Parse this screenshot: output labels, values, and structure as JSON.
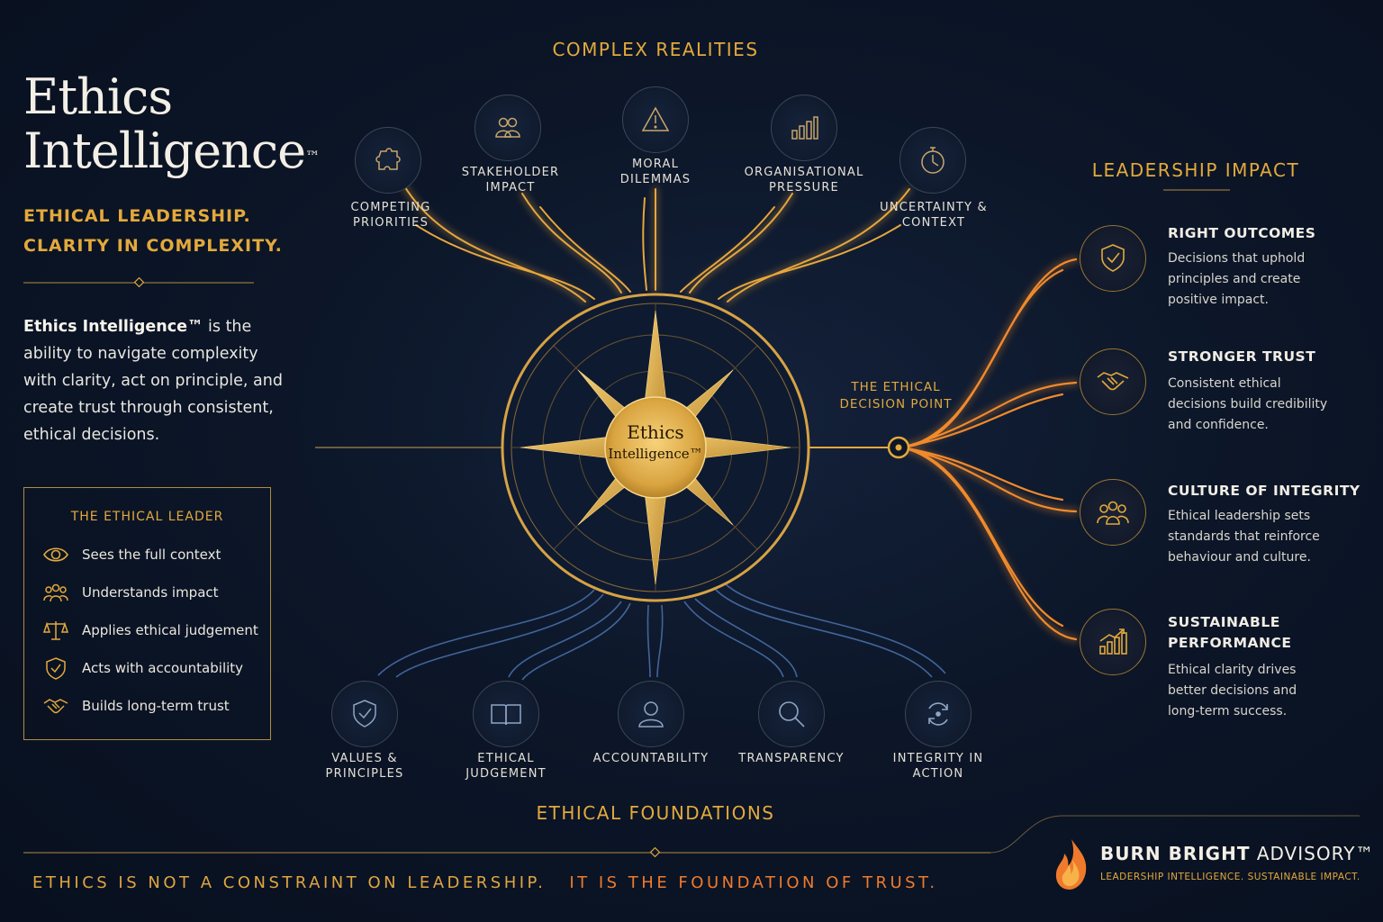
{
  "title": {
    "line1": "Ethics",
    "line2": "Intelligence",
    "mark": "™"
  },
  "tagline": {
    "line1": "ETHICAL LEADERSHIP.",
    "line2": "CLARITY IN COMPLEXITY."
  },
  "intro": {
    "bold": "Ethics Intelligence™",
    "text": " is the ability to navigate complexity with clarity, act on principle, and create trust through consistent, ethical decisions."
  },
  "ethical_leader": {
    "title": "THE ETHICAL LEADER",
    "items": [
      {
        "label": "Sees the full context",
        "icon": "eye-icon"
      },
      {
        "label": "Understands impact",
        "icon": "people-icon"
      },
      {
        "label": "Applies ethical judgement",
        "icon": "scales-icon"
      },
      {
        "label": "Acts with accountability",
        "icon": "shield-check-icon"
      },
      {
        "label": "Builds long-term trust",
        "icon": "handshake-icon"
      }
    ]
  },
  "complex_realities": {
    "title": "COMPLEX REALITIES",
    "nodes": [
      {
        "line1": "COMPETING",
        "line2": "PRIORITIES",
        "icon": "puzzle-icon"
      },
      {
        "line1": "STAKEHOLDER",
        "line2": "IMPACT",
        "icon": "people-icon"
      },
      {
        "line1": "MORAL",
        "line2": "DILEMMAS",
        "icon": "warning-icon"
      },
      {
        "line1": "ORGANISATIONAL",
        "line2": "PRESSURE",
        "icon": "bar-chart-icon"
      },
      {
        "line1": "UNCERTAINTY &",
        "line2": "CONTEXT",
        "icon": "stopwatch-icon"
      }
    ]
  },
  "center": {
    "line1": "Ethics",
    "line2": "Intelligence™"
  },
  "decision_point": {
    "line1": "THE ETHICAL",
    "line2": "DECISION POINT"
  },
  "ethical_foundations": {
    "title": "ETHICAL FOUNDATIONS",
    "nodes": [
      {
        "line1": "VALUES &",
        "line2": "PRINCIPLES",
        "icon": "shield-check-icon"
      },
      {
        "line1": "ETHICAL",
        "line2": "JUDGEMENT",
        "icon": "book-icon"
      },
      {
        "line1": "ACCOUNTABILITY",
        "line2": "",
        "icon": "person-icon"
      },
      {
        "line1": "TRANSPARENCY",
        "line2": "",
        "icon": "magnifier-icon"
      },
      {
        "line1": "INTEGRITY IN",
        "line2": "ACTION",
        "icon": "cycle-icon"
      }
    ]
  },
  "leadership_impact": {
    "title": "LEADERSHIP IMPACT",
    "items": [
      {
        "title": "RIGHT OUTCOMES",
        "title2": "",
        "desc1": "Decisions that uphold",
        "desc2": "principles and create",
        "desc3": "positive impact.",
        "icon": "shield-check-icon"
      },
      {
        "title": "STRONGER TRUST",
        "title2": "",
        "desc1": "Consistent ethical",
        "desc2": "decisions build credibility",
        "desc3": "and confidence.",
        "icon": "handshake-icon"
      },
      {
        "title": "CULTURE OF INTEGRITY",
        "title2": "",
        "desc1": "Ethical leadership sets",
        "desc2": "standards that reinforce",
        "desc3": "behaviour and culture.",
        "icon": "people-icon"
      },
      {
        "title": "SUSTAINABLE",
        "title2": "PERFORMANCE",
        "desc1": "Ethical clarity drives",
        "desc2": "better decisions and",
        "desc3": "long-term success.",
        "icon": "growth-chart-icon"
      }
    ]
  },
  "footer": {
    "quote1": "ETHICS IS NOT A CONSTRAINT ON LEADERSHIP.",
    "quote2": "IT IS THE FOUNDATION OF TRUST.",
    "brand_bold": "BURN BRIGHT",
    "brand_rest": " ADVISORY™",
    "brand_sub": "LEADERSHIP INTELLIGENCE. SUSTAINABLE IMPACT."
  },
  "colors": {
    "gold": "#e3a93c",
    "orange": "#f07a2c",
    "navy": "#0c1628",
    "blue_line": "#5a86c4"
  }
}
